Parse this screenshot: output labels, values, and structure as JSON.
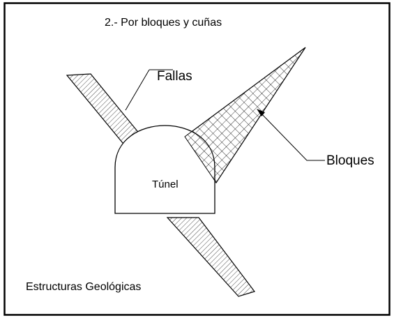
{
  "diagram": {
    "title": "2.- Por bloques y cuñas",
    "labels": {
      "faults": "Fallas",
      "blocks": "Bloques",
      "tunnel": "Túnel",
      "caption": "Estructuras Geológicas"
    }
  },
  "colors": {
    "line": "#000000",
    "background": "#ffffff"
  }
}
